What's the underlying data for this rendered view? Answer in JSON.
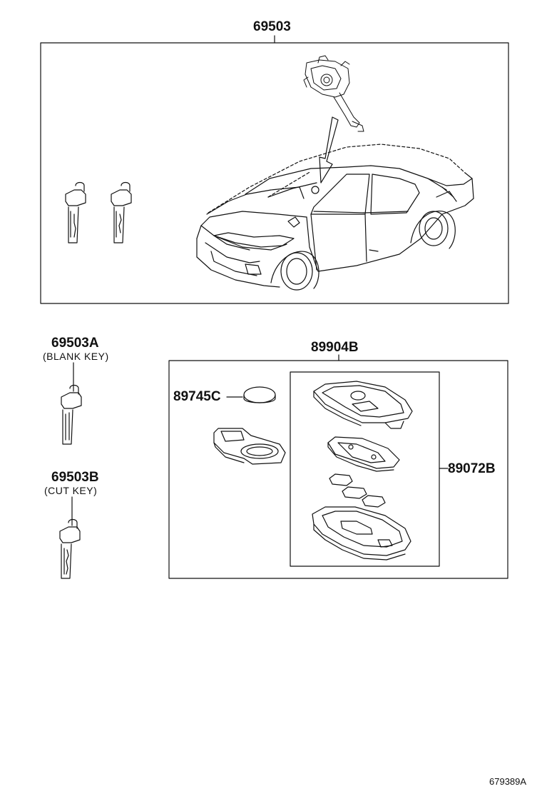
{
  "diagram": {
    "parts": {
      "assembly": "69503",
      "blank_key": {
        "number": "69503A",
        "desc": "(BLANK KEY)"
      },
      "cut_key": {
        "number": "69503B",
        "desc": "(CUT KEY)"
      },
      "key_set": "89904B",
      "battery": "89745C",
      "transmitter": "89072B"
    },
    "illustration_code": "679389A"
  }
}
